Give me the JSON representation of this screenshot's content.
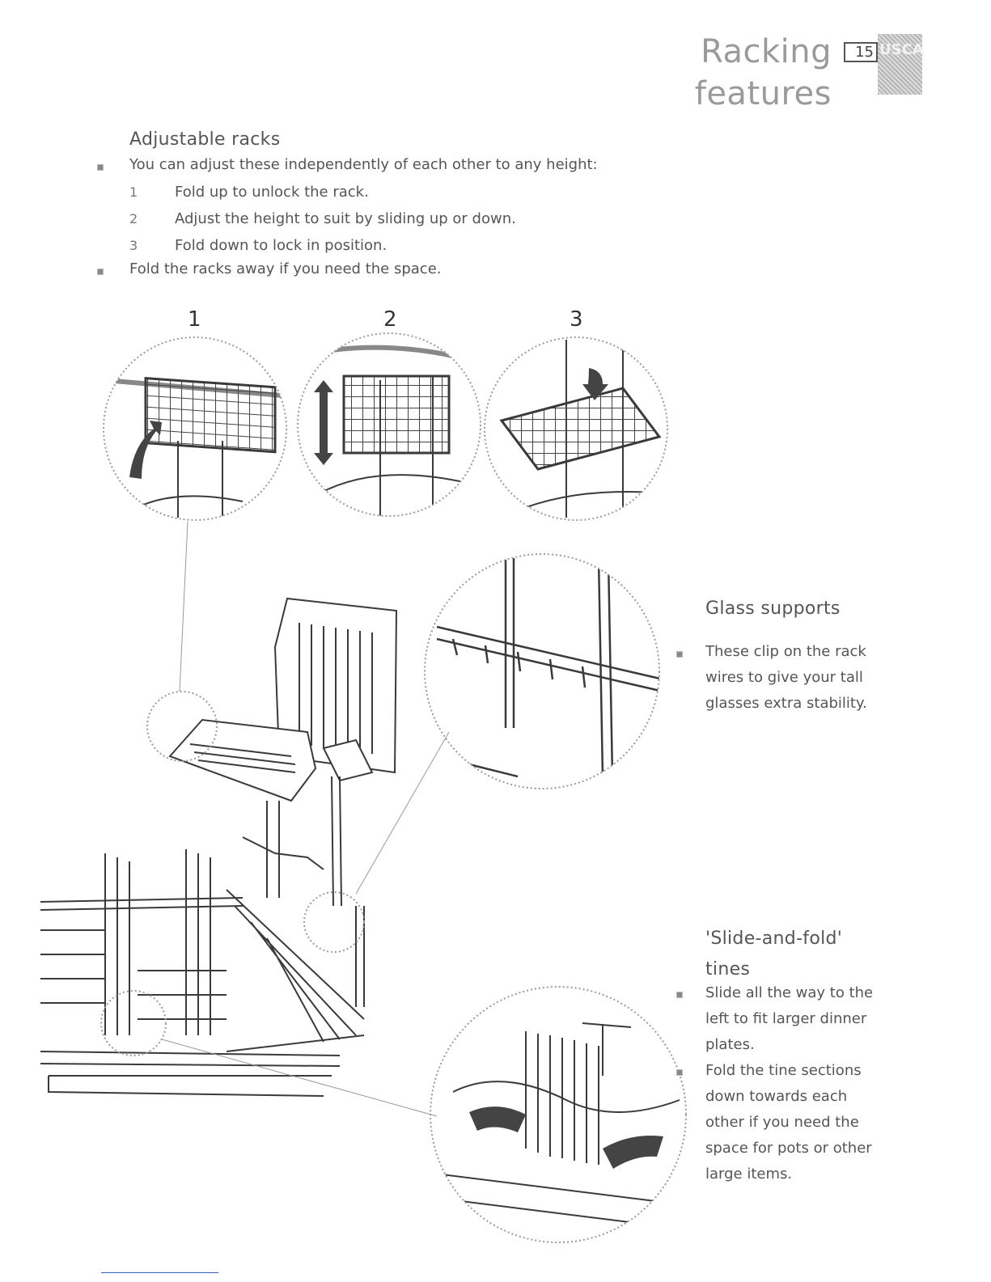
{
  "header": {
    "title": "Racking features",
    "page_number": "15",
    "region": "USCA"
  },
  "adjustable_racks": {
    "heading": "Adjustable racks",
    "intro": "You can adjust these independently of each other to any height:",
    "steps": [
      {
        "num": "1",
        "text": "Fold up to unlock the rack."
      },
      {
        "num": "2",
        "text": "Adjust the height to suit by sliding up or down."
      },
      {
        "num": "3",
        "text": "Fold down to lock in position."
      }
    ],
    "bullet2": "Fold the racks away if you need the space."
  },
  "figure_labels": [
    "1",
    "2",
    "3"
  ],
  "glass_supports": {
    "heading": "Glass supports",
    "lines": [
      "These clip on the rack",
      "wires to give your tall",
      "glasses extra stability."
    ]
  },
  "slide_fold": {
    "heading_lines": [
      "'Slide-and-fold'",
      "tines"
    ],
    "bullet1_lines": [
      "Slide all the way to the",
      "left to fit larger dinner",
      "plates."
    ],
    "bullet2_lines": [
      "Fold the tine sections",
      "down towards each",
      "other if you need the",
      "space for pots or other",
      "large items."
    ]
  },
  "colors": {
    "title": "#9a9a9a",
    "text": "#555555",
    "line_art": "#3a3a3a",
    "dotted_circle": "#9a9a9a"
  }
}
